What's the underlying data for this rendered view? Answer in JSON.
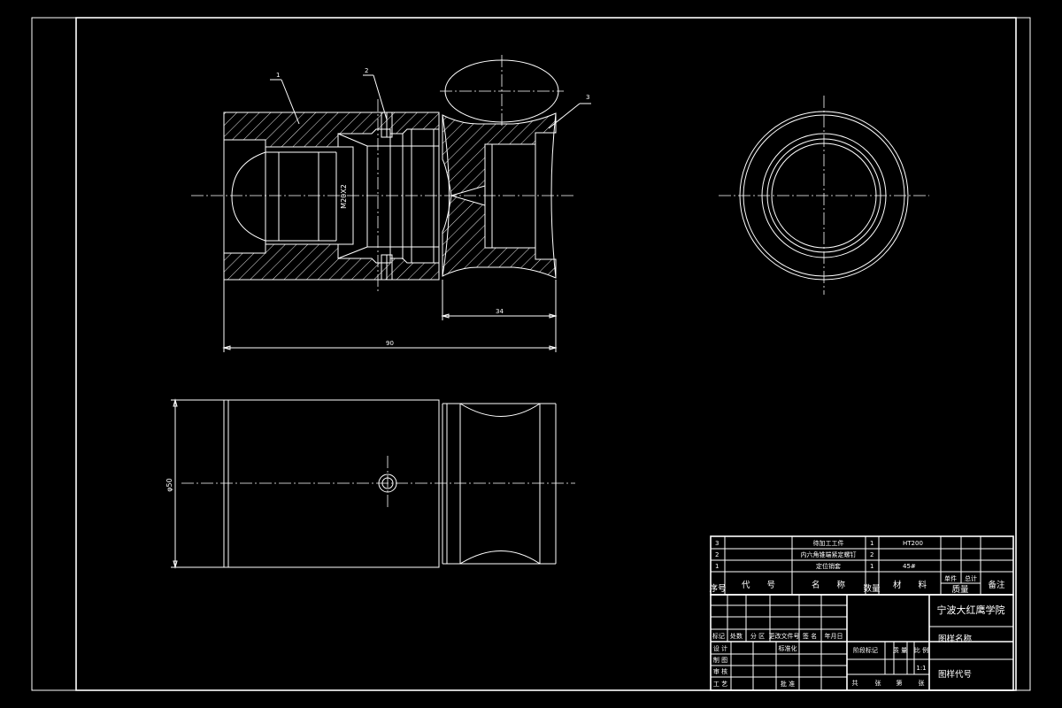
{
  "labels": {
    "balloon_1": "1",
    "balloon_2": "2",
    "balloon_3": "3",
    "thread": "M20X2",
    "dim_34": "34",
    "dim_90": "90",
    "dim_dia50": "φ50"
  },
  "bom": {
    "rows": [
      {
        "no": "3",
        "code": "",
        "name": "待加工工件",
        "qty": "1",
        "material": "HT200"
      },
      {
        "no": "2",
        "code": "",
        "name": "内六角锥端紧定螺钉",
        "qty": "2",
        "material": ""
      },
      {
        "no": "1",
        "code": "",
        "name": "定位销套",
        "qty": "1",
        "material": "45#"
      }
    ],
    "header": {
      "no": "序号",
      "code": "代　　号",
      "name": "名　　称",
      "qty": "数量",
      "material": "材　　料",
      "unit": "单件",
      "total": "总计",
      "mass": "质量",
      "remark": "备注"
    }
  },
  "title_block": {
    "school": "宁波大红鹰学院",
    "drawing_name": "图样名称",
    "drawing_code": "图样代号",
    "rev_headers": [
      "标记",
      "处数",
      "分 区",
      "更改文件号",
      "签 名",
      "年月日"
    ],
    "design": "设 计",
    "standardize": "标准化",
    "draw": "制 图",
    "check": "审 核",
    "process": "工 艺",
    "approve": "批 准",
    "stage_mark": "阶段标记",
    "mass": "质 量",
    "scale": "比 例",
    "scale_value": "1:1",
    "sheet_info": [
      "共",
      "张",
      "第",
      "张"
    ]
  }
}
